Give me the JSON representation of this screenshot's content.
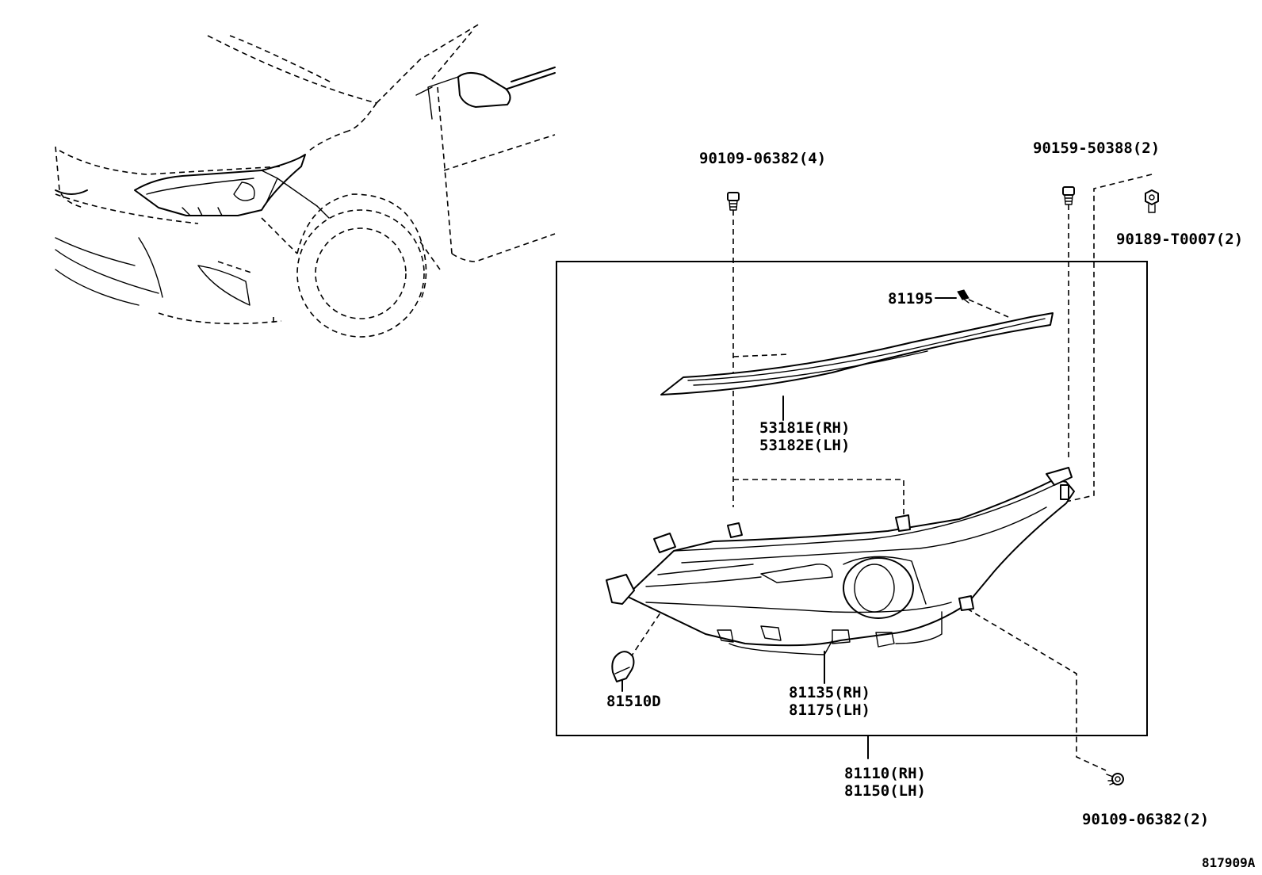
{
  "diagram": {
    "code": "817909A",
    "parts": [
      {
        "id": "bolt_top_left",
        "label": "90109-06382(4)"
      },
      {
        "id": "bolt_top_right",
        "label": "90159-50388(2)"
      },
      {
        "id": "nut_right",
        "label": "90189-T0007(2)"
      },
      {
        "id": "screw_small",
        "label": "81195"
      },
      {
        "id": "garnish",
        "label_line1": "53181E(RH)",
        "label_line2": "53182E(LH)"
      },
      {
        "id": "bulb",
        "label": "81510D"
      },
      {
        "id": "lamp_unit",
        "label_line1": "81135(RH)",
        "label_line2": "81175(LH)"
      },
      {
        "id": "assembly",
        "label_line1": "81110(RH)",
        "label_line2": "81150(LH)"
      },
      {
        "id": "bolt_bottom_right",
        "label": "90109-06382(2)"
      }
    ]
  }
}
